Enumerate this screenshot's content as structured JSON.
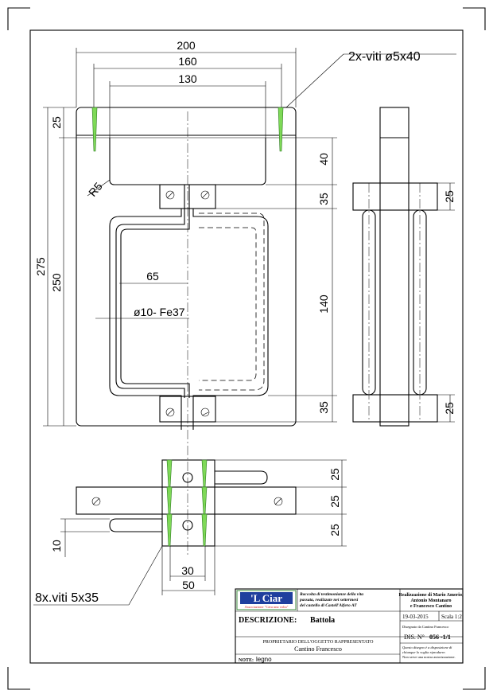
{
  "dimensions": {
    "front_top_200": "200",
    "front_top_160": "160",
    "front_top_130": "130",
    "front_left_275": "275",
    "front_left_250": "250",
    "front_left_25": "25",
    "radius": "R5",
    "center_65": "65",
    "rod": "ø10- Fe37",
    "right_40": "40",
    "right_35_top": "35",
    "right_140": "140",
    "right_35_bottom": "35",
    "side_25_top": "25",
    "side_25_bottom": "25",
    "plan_25_a": "25",
    "plan_25_b": "25",
    "plan_25_c": "25",
    "plan_10": "10",
    "plan_30": "30",
    "plan_50": "50"
  },
  "callouts": {
    "screws_top": "2x-viti ø5x40",
    "screws_bottom": "8x.viti 5x35"
  },
  "title_block": {
    "logo": "'L Ciar",
    "logo_sub": "Associazione \"Cera una volta\"",
    "collection": [
      "Raccolta di testimonianze della vita",
      "passata, realizzate nei settermesi",
      "del castello di Castell'Alfero AT"
    ],
    "authors": [
      "Realizzazione di Mario Amerio,",
      "Antonio Montanaro",
      "e Francesco Cantino"
    ],
    "description_label": "DESCRIZIONE:",
    "description_value": "Battola",
    "date": "19-03-2015",
    "scale": "Scala 1:2",
    "drawn_by": "Disegnato da Cantino Francesco",
    "owner_label": "PROPRIETARIO DELL'OGGETTO RAPPRESENTATO",
    "owner_value": "Cantino Francesco",
    "dis_label": "DIS. N°",
    "dis_value": "056 -1/1",
    "note_label": "NOTE:",
    "note_value": "legno",
    "ownership_note": [
      "Questo disegno è a disposizione di",
      "chiunque lo voglia riprodurre.",
      "Non serve una nostra autorizzazione."
    ]
  },
  "colors": {
    "screw_fill": "#7ed957",
    "logo_blue": "#1f3f9e",
    "logo_green": "#3c8c3c",
    "logo_text": "#d42020"
  }
}
